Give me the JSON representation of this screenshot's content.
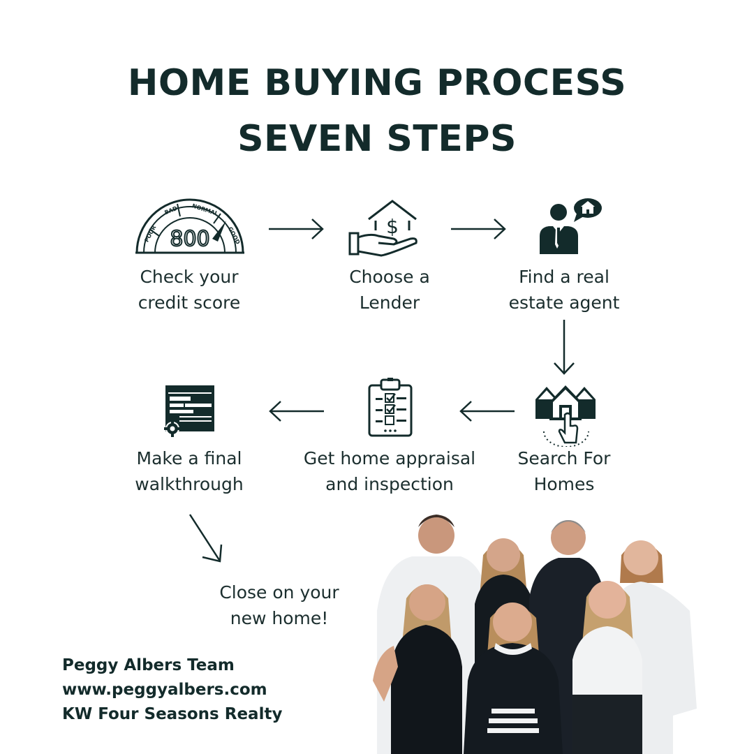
{
  "title": {
    "line1": "HOME BUYING PROCESS",
    "line2": "SEVEN STEPS"
  },
  "steps": [
    {
      "label": "Check your\ncredit score",
      "icon": "credit-score-gauge-icon"
    },
    {
      "label": "Choose a\nLender",
      "icon": "hand-house-dollar-icon"
    },
    {
      "label": "Find a real\nestate agent",
      "icon": "agent-speech-house-icon"
    },
    {
      "label": "Search For\nHomes",
      "icon": "search-homes-tap-icon"
    },
    {
      "label": "Get home appraisal\nand inspection",
      "icon": "clipboard-checklist-icon"
    },
    {
      "label": "Make a final\nwalkthrough",
      "icon": "browser-gear-icon"
    },
    {
      "label": "Close on your\nnew home!",
      "icon": ""
    }
  ],
  "gauge": {
    "score": "800",
    "labels": [
      "POOR",
      "BAD",
      "NORMAL",
      "GOOD"
    ]
  },
  "contact": {
    "name": "Peggy Albers Team",
    "website": "www.peggyalbers.com",
    "brokerage": "KW Four Seasons Realty"
  },
  "colors": {
    "primary": "#132b2b",
    "text": "#1b2e2e",
    "background": "#ffffff"
  }
}
